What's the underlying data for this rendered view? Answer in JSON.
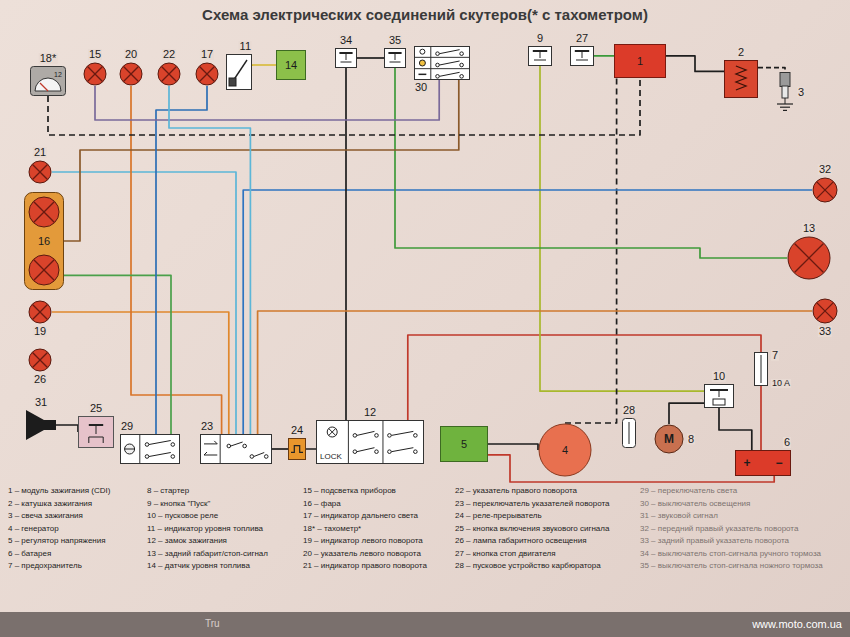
{
  "diagram": {
    "title": "Схема электрических соединений скутеров(* с тахометром)",
    "nodes": [
      {
        "text": [
          "18*"
        ]
      },
      {
        "text": [
          "15"
        ]
      },
      {
        "text": [
          "20"
        ]
      },
      {
        "text": [
          "22"
        ]
      },
      {
        "text": [
          "17"
        ]
      },
      {
        "text": [
          "11"
        ]
      },
      {
        "text": [
          "14"
        ]
      },
      {
        "text": [
          "34"
        ]
      },
      {
        "text": [
          "35"
        ]
      },
      {
        "text": [
          "30"
        ]
      },
      {
        "text": [
          "9"
        ]
      },
      {
        "text": [
          "27"
        ]
      },
      {
        "text": [
          "1"
        ]
      },
      {
        "text": [
          "2"
        ]
      },
      {
        "text": [
          "3"
        ]
      },
      {
        "text": [
          "21"
        ]
      },
      {
        "text": [
          "16"
        ]
      },
      {
        "text": [
          "19"
        ]
      },
      {
        "text": [
          "26"
        ]
      },
      {
        "text": [
          "32"
        ]
      },
      {
        "text": [
          "13"
        ]
      },
      {
        "text": [
          "33"
        ]
      },
      {
        "text": [
          "31"
        ]
      },
      {
        "text": [
          "25"
        ]
      },
      {
        "text": [
          "29"
        ]
      },
      {
        "text": [
          "23"
        ]
      },
      {
        "text": [
          "24"
        ]
      },
      {
        "text": [
          "12",
          "LOCK"
        ]
      },
      {
        "text": [
          "5"
        ]
      },
      {
        "text": [
          "4"
        ]
      },
      {
        "text": [
          "28"
        ]
      },
      {
        "text": [
          "8",
          "M"
        ]
      },
      {
        "text": [
          "10"
        ]
      },
      {
        "text": [
          "7",
          "10 A"
        ]
      },
      {
        "text": [
          "6",
          "+",
          "−"
        ]
      }
    ],
    "edges": [
      {
        "from": 34,
        "to": 33,
        "arrow": "none"
      },
      {
        "from": 33,
        "to": 27,
        "arrow": "none"
      },
      {
        "from": 32,
        "to": 31,
        "arrow": "none"
      },
      {
        "from": 10,
        "to": 32,
        "arrow": "none"
      },
      {
        "from": 29,
        "to": 28,
        "arrow": "none"
      },
      {
        "from": 29,
        "to": 12,
        "arrow": "none"
      },
      {
        "from": 12,
        "to": 13,
        "arrow": "none"
      },
      {
        "from": 13,
        "to": 14,
        "arrow": "none"
      },
      {
        "from": 11,
        "to": 12,
        "arrow": "none"
      },
      {
        "from": 28,
        "to": 34,
        "arrow": "none"
      },
      {
        "from": 27,
        "to": 26,
        "arrow": "none"
      },
      {
        "from": 26,
        "to": 25,
        "arrow": "none"
      },
      {
        "from": 25,
        "to": 19,
        "arrow": "none"
      },
      {
        "from": 25,
        "to": 15,
        "arrow": "none"
      },
      {
        "from": 25,
        "to": 17,
        "arrow": "none"
      },
      {
        "from": 25,
        "to": 2,
        "arrow": "none"
      },
      {
        "from": 8,
        "to": 20,
        "arrow": "none"
      },
      {
        "from": 7,
        "to": 8,
        "arrow": "none"
      },
      {
        "from": 27,
        "to": 7,
        "arrow": "none"
      },
      {
        "from": 9,
        "to": 16,
        "arrow": "none"
      },
      {
        "from": 24,
        "to": 16,
        "arrow": "none"
      },
      {
        "from": 4,
        "to": 24,
        "arrow": "none"
      },
      {
        "from": 0,
        "to": 12,
        "arrow": "none"
      },
      {
        "from": 5,
        "to": 6,
        "arrow": "none"
      },
      {
        "from": 23,
        "to": 22,
        "arrow": "none"
      },
      {
        "from": 1,
        "to": 9,
        "arrow": "none"
      },
      {
        "from": 3,
        "to": 25,
        "arrow": "none"
      },
      {
        "from": 25,
        "to": 21,
        "arrow": "none"
      },
      {
        "from": 32,
        "to": 34,
        "arrow": "none"
      }
    ],
    "labels": [
      "12",
      "1 – модуль зажигания (CDI)",
      "2 – катушка зажигания",
      "3 – свеча зажигания",
      "4 – генератор",
      "5 – регулятор напряжения",
      "6 – батарея",
      "7 – предохранитель",
      "8 – стартер",
      "9 – кнопка \"Пуск\"",
      "10 – пусковое реле",
      "11 – индикатор уровня топлива",
      "12 – замок зажигания",
      "13 – задний габарит/стоп-сигнал",
      "14 – датчик уровня топлива",
      "15 – подсветка приборов",
      "16 – фара",
      "17 – индикатор дальнего света",
      "18* – тахометр*",
      "19 – индикатор левого поворота",
      "20 – указатель левого поворота",
      "21 – индикатор правого поворота",
      "22 – указатель правого поворота",
      "23 – переключатель указателей поворота",
      "24 – реле-прерыватель",
      "25 – кнопка включения звукового сигнала",
      "26 – лампа габаритного освещения",
      "27 – кнопка стоп двигателя",
      "28 – пусковое устройство карбюратора",
      "29 – переключатель света",
      "30 – выключатель освещения",
      "31 – звуковой сигнал",
      "32 – передний правый указатель поворота",
      "33 – задний правый указатель поворота",
      "34 – выключатель стоп-сигнала ручного тормоза",
      "35 – выключатель стоп-сигнала ножного тормоза",
      "www.moto.com.ua",
      "Tru"
    ]
  }
}
